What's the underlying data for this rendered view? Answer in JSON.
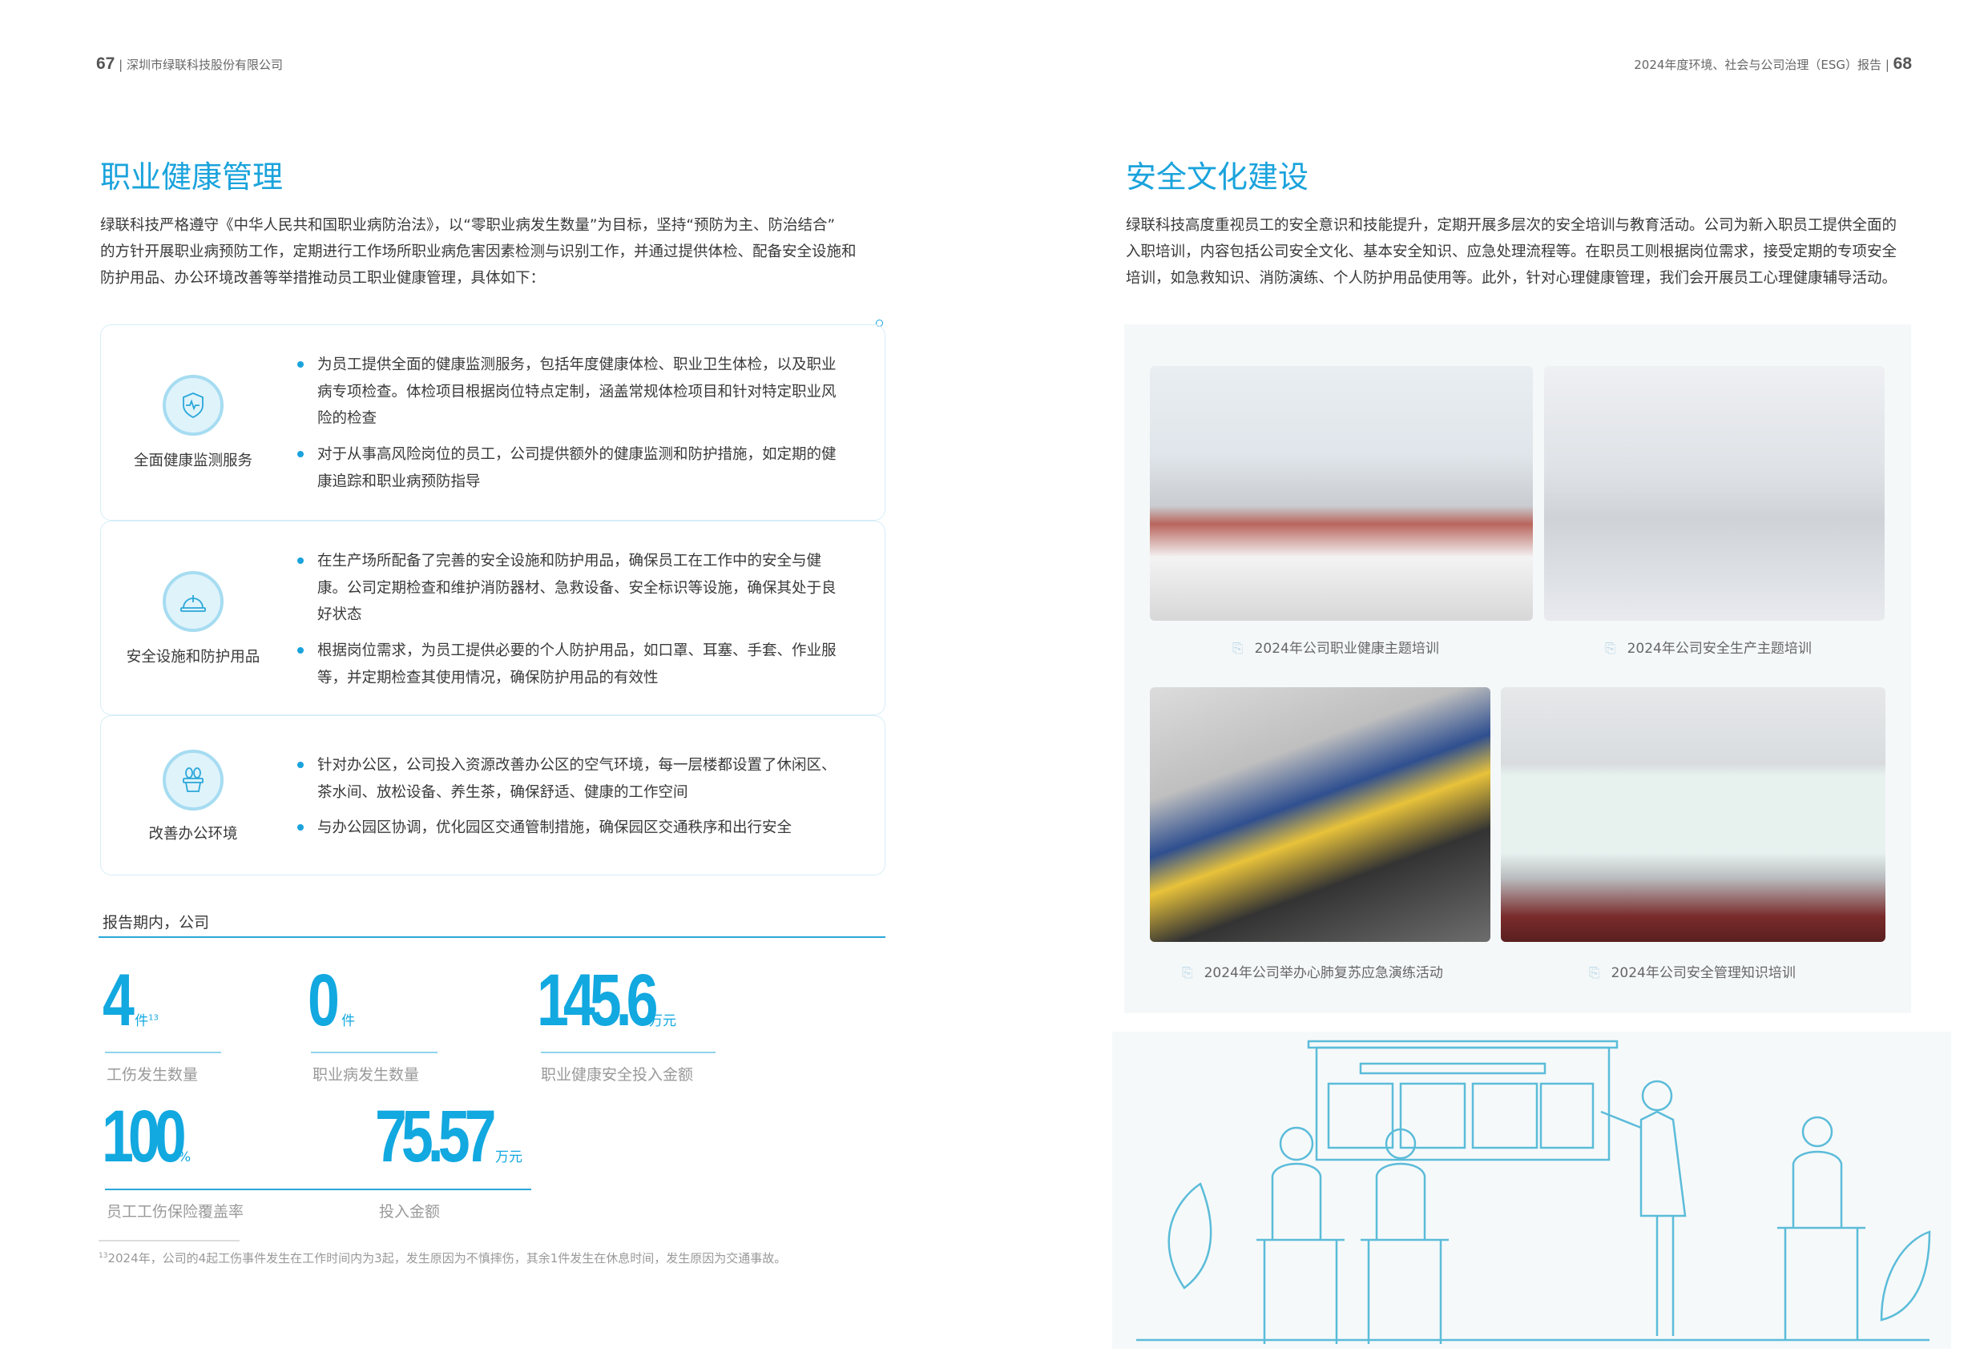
{
  "left_page": {
    "page_number": "67",
    "company": "深圳市绿联科技股份有限公司",
    "title": "职业健康管理",
    "intro": [
      "绿联科技严格遵守《中华人民共和国职业病防治法》，以“零职业病发生数量”为目标，坚持“预防为主、防治结合”",
      "的方针开展职业病预防工作，定期进行工作场所职业病危害因素检测与识别工作，并通过提供体检、配备安全设施和",
      "防护用品、办公环境改善等举措推动员工职业健康管理，具体如下："
    ],
    "cards": [
      {
        "icon": "shield-heartbeat-icon",
        "label": "全面健康监测服务",
        "bullets": [
          "为员工提供全面的健康监测服务，包括年度健康体检、职业卫生体检，以及职业病专项检查。体检项目根据岗位特点定制，涵盖常规体检项目和针对特定职业风险的检查",
          "对于从事高风险岗位的员工，公司提供额外的健康监测和防护措施，如定期的健康追踪和职业病预防指导"
        ]
      },
      {
        "icon": "hard-hat-icon",
        "label": "安全设施和防护用品",
        "bullets": [
          "在生产场所配备了完善的安全设施和防护用品，确保员工在工作中的安全与健康。公司定期检查和维护消防器材、急救设备、安全标识等设施，确保其处于良好状态",
          "根据岗位需求，为员工提供必要的个人防护用品，如口罩、耳塞、手套、作业服等，并定期检查其使用情况，确保防护用品的有效性"
        ]
      },
      {
        "icon": "potted-plant-icon",
        "label": "改善办公环境",
        "bullets": [
          "针对办公区，公司投入资源改善办公区的空气环境，每一层楼都设置了休闲区、茶水间、放松设备、养生茶，确保舒适、健康的工作空间",
          "与办公园区协调，优化园区交通管制措施，确保园区交通秩序和出行安全"
        ]
      }
    ],
    "stats_heading": "报告期内，公司",
    "stats": [
      {
        "value": "4",
        "unit": "件",
        "sup": "13",
        "label": "工伤发生数量"
      },
      {
        "value": "0",
        "unit": "件",
        "label": "职业病发生数量"
      },
      {
        "value": "145.6",
        "unit": "万元",
        "label": "职业健康安全投入金额"
      },
      {
        "value": "100",
        "unit": "%",
        "label": "员工工伤保险覆盖率"
      },
      {
        "value": "75.57",
        "unit": "万元",
        "label": "投入金额"
      }
    ],
    "footnote_mark": "13",
    "footnote": "2024年，公司的4起工伤事件发生在工作时间内为3起，发生原因为不慎摔伤，其余1件发生在休息时间，发生原因为交通事故。"
  },
  "right_page": {
    "report_title": "2024年度环境、社会与公司治理（ESG）报告",
    "page_number": "68",
    "title": "安全文化建设",
    "intro": [
      "绿联科技高度重视员工的安全意识和技能提升，定期开展多层次的安全培训与教育活动。公司为新入职员工提供全面的",
      "入职培训，内容包括公司安全文化、基本安全知识、应急处理流程等。在职员工则根据岗位需求，接受定期的专项安全",
      "培训，如急救知识、消防演练、个人防护用品使用等。此外，针对心理健康管理，我们会开展员工心理健康辅导活动。"
    ],
    "photos": [
      {
        "caption": "2024年公司职业健康主题培训"
      },
      {
        "caption": "2024年公司安全生产主题培训"
      },
      {
        "caption": "2024年公司举办心肺复苏应急演练活动"
      },
      {
        "caption": "2024年公司安全管理知识培训"
      }
    ]
  },
  "colors": {
    "accent": "#1aa3dc",
    "text": "#3a3a3a",
    "muted": "#9a9a9a"
  }
}
